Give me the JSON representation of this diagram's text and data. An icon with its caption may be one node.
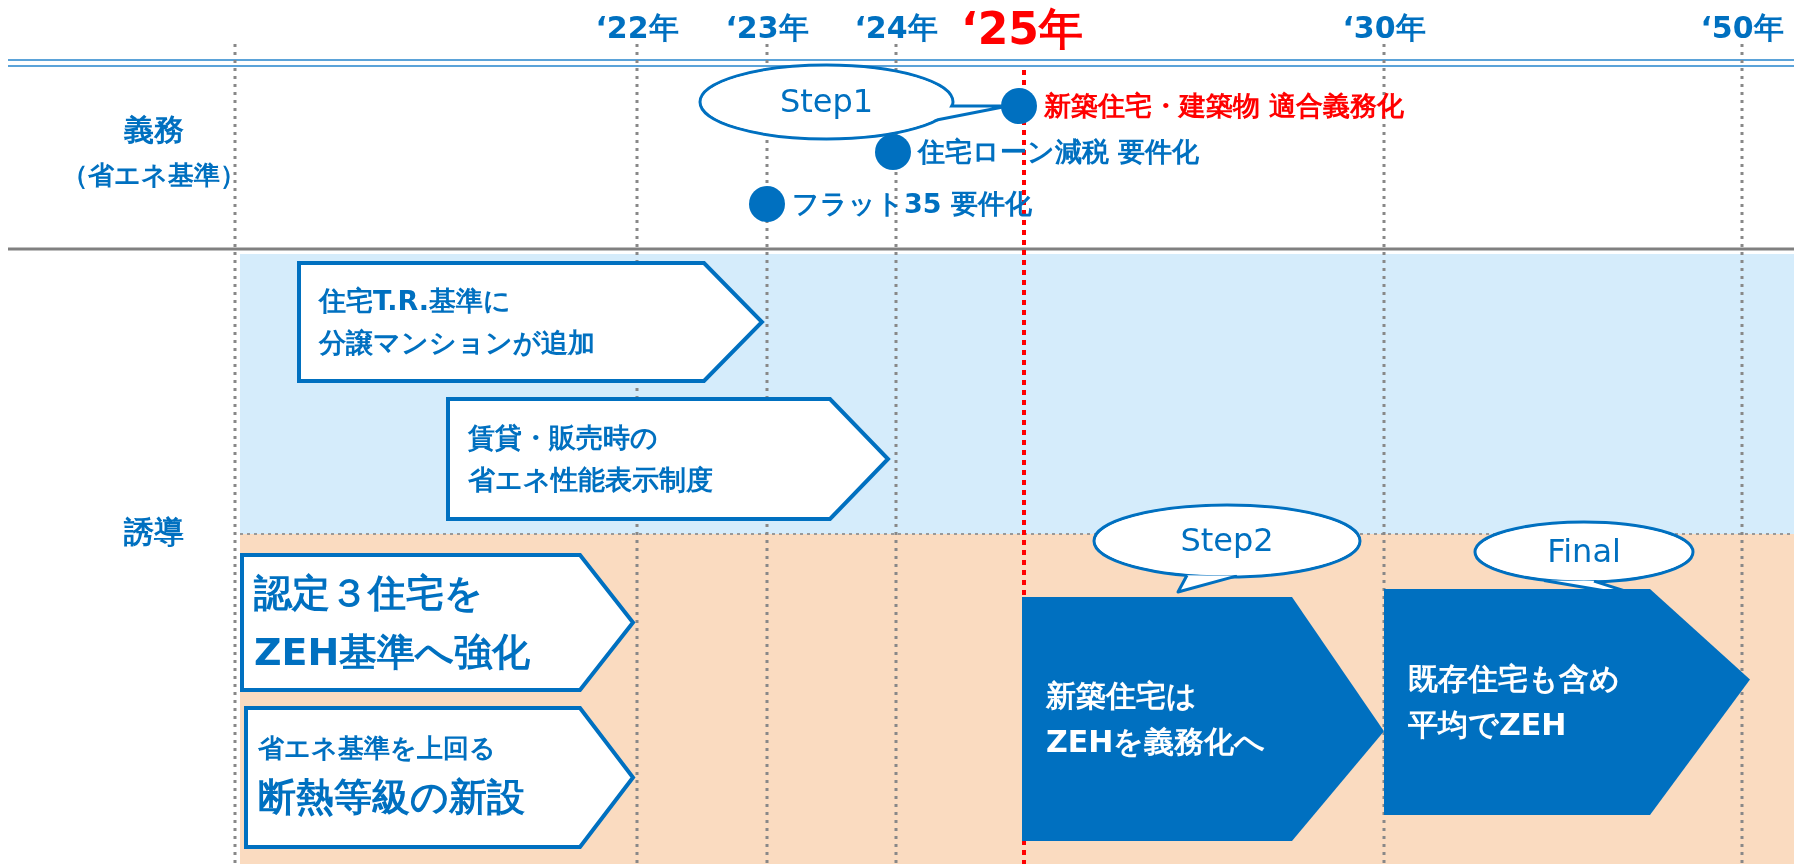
{
  "diagram": {
    "nodes": [
      {
        "text": [
          "Step1"
        ]
      },
      {
        "text": [
          "新築住宅・建築物 適合義務化"
        ]
      },
      {
        "text": [
          "住宅ローン減税 要件化"
        ]
      },
      {
        "text": [
          "フラット35 要件化"
        ]
      },
      {
        "text": [
          "住宅T.R.基準に分譲マンションが追加"
        ]
      },
      {
        "text": [
          "賃貸・販売時の省エネ性能表示制度"
        ]
      },
      {
        "text": [
          "Step2"
        ]
      },
      {
        "text": [
          "Final"
        ]
      },
      {
        "text": [
          "認定３住宅をZEH基準へ強化"
        ]
      },
      {
        "text": [
          "省エネ基準を上回る",
          "断熱等級の新設"
        ]
      },
      {
        "text": [
          "新築住宅は",
          "ZEHを義務化へ"
        ]
      },
      {
        "text": [
          "既存住宅も含め",
          "平均でZEH"
        ]
      }
    ],
    "labels": [
      "‘22年",
      "‘23年",
      "‘24年",
      "‘25年",
      "‘30年",
      "‘50年",
      "義務",
      "（省エネ基準）",
      "誘導"
    ]
  }
}
